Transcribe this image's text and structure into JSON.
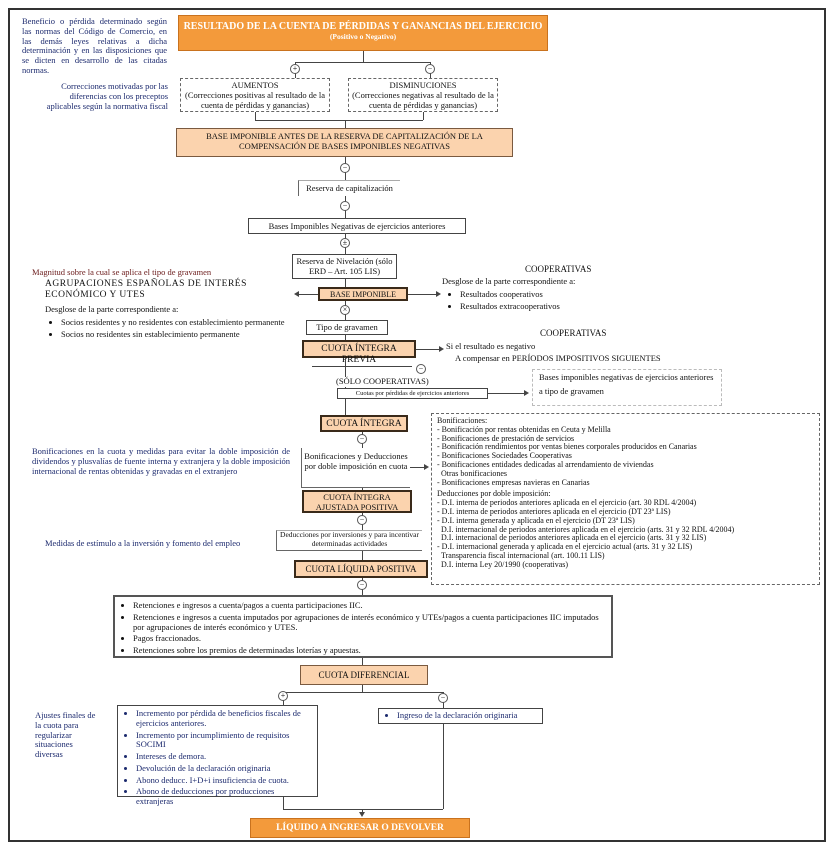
{
  "colors": {
    "orange": "#f39a3b",
    "peach": "#fbd3ae",
    "note_text": "#1c2a6e"
  },
  "notes": {
    "resultado": "Beneficio o pérdida determinado según las normas del Código de Comercio, en las demás leyes relativas a dicha determinación y en las disposiciones que se dicten en desarrollo de las citadas normas.",
    "correcciones": "Correcciones motivadas por las diferencias con los preceptos aplicables según la normativa fiscal",
    "magnitud": "Magnitud sobre la cual se aplica el tipo de gravamen",
    "agrupaciones_title": "AGRUPACIONES ESPAÑOLAS DE INTERÉS ECONÓMICO Y UTES",
    "agrupaciones_desglose": "Desglose de la parte correspondiente a:",
    "agrupaciones_items": [
      "Socios residentes y no residentes con establecimiento permanente",
      "Socios no residentes sin establecimiento permanente"
    ],
    "bonificaciones": "Bonificaciones en la cuota y medidas para evitar la doble imposición de dividendos y plusvalías de fuente interna y extranjera y la doble imposición internacional de rentas obtenidas y gravadas en el extranjero",
    "medidas": "Medidas de estímulo a la inversión y fomento del empleo",
    "ajustes": "Ajustes finales de la cuota para regularizar situaciones diversas"
  },
  "flow": {
    "resultado_title": "RESULTADO DE LA CUENTA DE PÉRDIDAS Y GANANCIAS DEL EJERCICIO",
    "resultado_sub": "(Positivo o Negativo)",
    "aumentos_title": "AUMENTOS",
    "aumentos_desc": "(Correcciones positivas al resultado de la cuenta de pérdidas y ganancias)",
    "disminuciones_title": "DISMINUCIONES",
    "disminuciones_desc": "(Correcciones negativas al resultado de la cuenta de pérdidas y ganancias)",
    "base_previa": "BASE IMPONIBLE ANTES DE LA RESERVA DE CAPITALIZACIÓN DE LA COMPENSACIÓN DE BASES IMPONIBLES NEGATIVAS",
    "reserva_cap": "Reserva de capitalización",
    "bases_negativas": "Bases Imponibles Negativas de ejercicios anteriores",
    "reserva_niv": "Reserva de Nivelación (sólo ERD – Art. 105 LIS)",
    "base_imponible": "BASE IMPONIBLE",
    "tipo": "Tipo de gravamen",
    "cuota_previa": "CUOTA ÍNTEGRA PREVIA",
    "solo_coop": "(SÓLO COOPERATIVAS)",
    "cuotas_perdidas": "Cuotas por pérdidas de ejercicios anteriores",
    "cuota_integra": "CUOTA ÍNTEGRA",
    "bonif_deduc": "Bonificaciones y Deducciones por doble imposición en cuota",
    "cuota_ajustada": "CUOTA ÍNTEGRA AJUSTADA POSITIVA",
    "deduc_inversiones": "Deducciones por inversiones y para incentivar determinadas actividades",
    "cuota_liquida": "CUOTA LÍQUIDA POSITIVA",
    "cuota_diferencial": "CUOTA DIFERENCIAL",
    "liquido": "LÍQUIDO A INGRESAR O DEVOLVER",
    "signs": {
      "plus": "+",
      "minus": "−",
      "plusminus": "±"
    }
  },
  "cooperativas1": {
    "title": "COOPERATIVAS",
    "desglose": "Desglose de la parte correspondiente a:",
    "items": [
      "Resultados cooperativos",
      "Resultados extracooperativos"
    ]
  },
  "cooperativas2": {
    "title": "COOPERATIVAS",
    "line1": "Si el resultado es negativo",
    "line2": "A compensar en PERÍODOS IMPOSITIVOS SIGUIENTES"
  },
  "bases_coop": {
    "line1": "Bases imponibles negativas de ejercicios anteriores",
    "line2": "a tipo de gravamen"
  },
  "bonif_box": {
    "bonif_title": "Bonificaciones:",
    "bonif_items": [
      "Bonificación por rentas obtenidas en Ceuta y Melilla",
      "Bonificaciones de prestación de servicios",
      "Bonificación rendimientos por ventas bienes corporales producidos en Canarias",
      "Bonificaciones Sociedades Cooperativas",
      "Bonificaciones entidades dedicadas al arrendamiento de viviendas",
      "Otras bonificaciones",
      "Bonificaciones empresas navieras en Canarias"
    ],
    "deduc_title": "Deducciones por doble imposición:",
    "deduc_items": [
      "D.I. interna de periodos anteriores aplicada en el ejercicio (art. 30 RDL 4/2004)",
      "D.I. interna de periodos anteriores aplicada en el ejercicio (DT 23ª LIS)",
      "D.I. interna generada y aplicada en el ejercicio (DT 23ª LIS)",
      "D.I. internacional de periodos anteriores aplicada en el ejercicio (arts. 31 y 32 RDL 4/2004)",
      "D.I. internacional de periodos anteriores aplicada en el ejercicio (arts. 31 y 32 LIS)",
      "D.I. internacional generada y aplicada en el ejercicio actual (arts. 31 y 32 LIS)",
      "Transparencia fiscal internacional (art. 100.11 LIS)",
      "D.I. interna Ley 20/1990 (cooperativas)"
    ]
  },
  "retenciones": [
    "Retenciones e ingresos a cuenta/pagos a cuenta participaciones IIC.",
    "Retenciones e ingresos a cuenta imputados por agrupaciones de interés económico y UTEs/pagos a cuenta participaciones IIC imputados por agrupaciones de interés económico y UTES.",
    "Pagos fraccionados.",
    "Retenciones sobre los premios de determinadas loterías y apuestas."
  ],
  "ajustes_items": [
    "Incremento por pérdida de beneficios fiscales de ejercicios anteriores.",
    "Incremento por incumplimiento de requisitos SOCIMI",
    "Intereses de demora.",
    "Devolución de la declaración originaria",
    "Abono deducc. I+D+i insuficiencia de cuota.",
    "Abono de deducciones por producciones extranjeras"
  ],
  "ingreso_items": [
    "Ingreso de la declaración originaria"
  ]
}
